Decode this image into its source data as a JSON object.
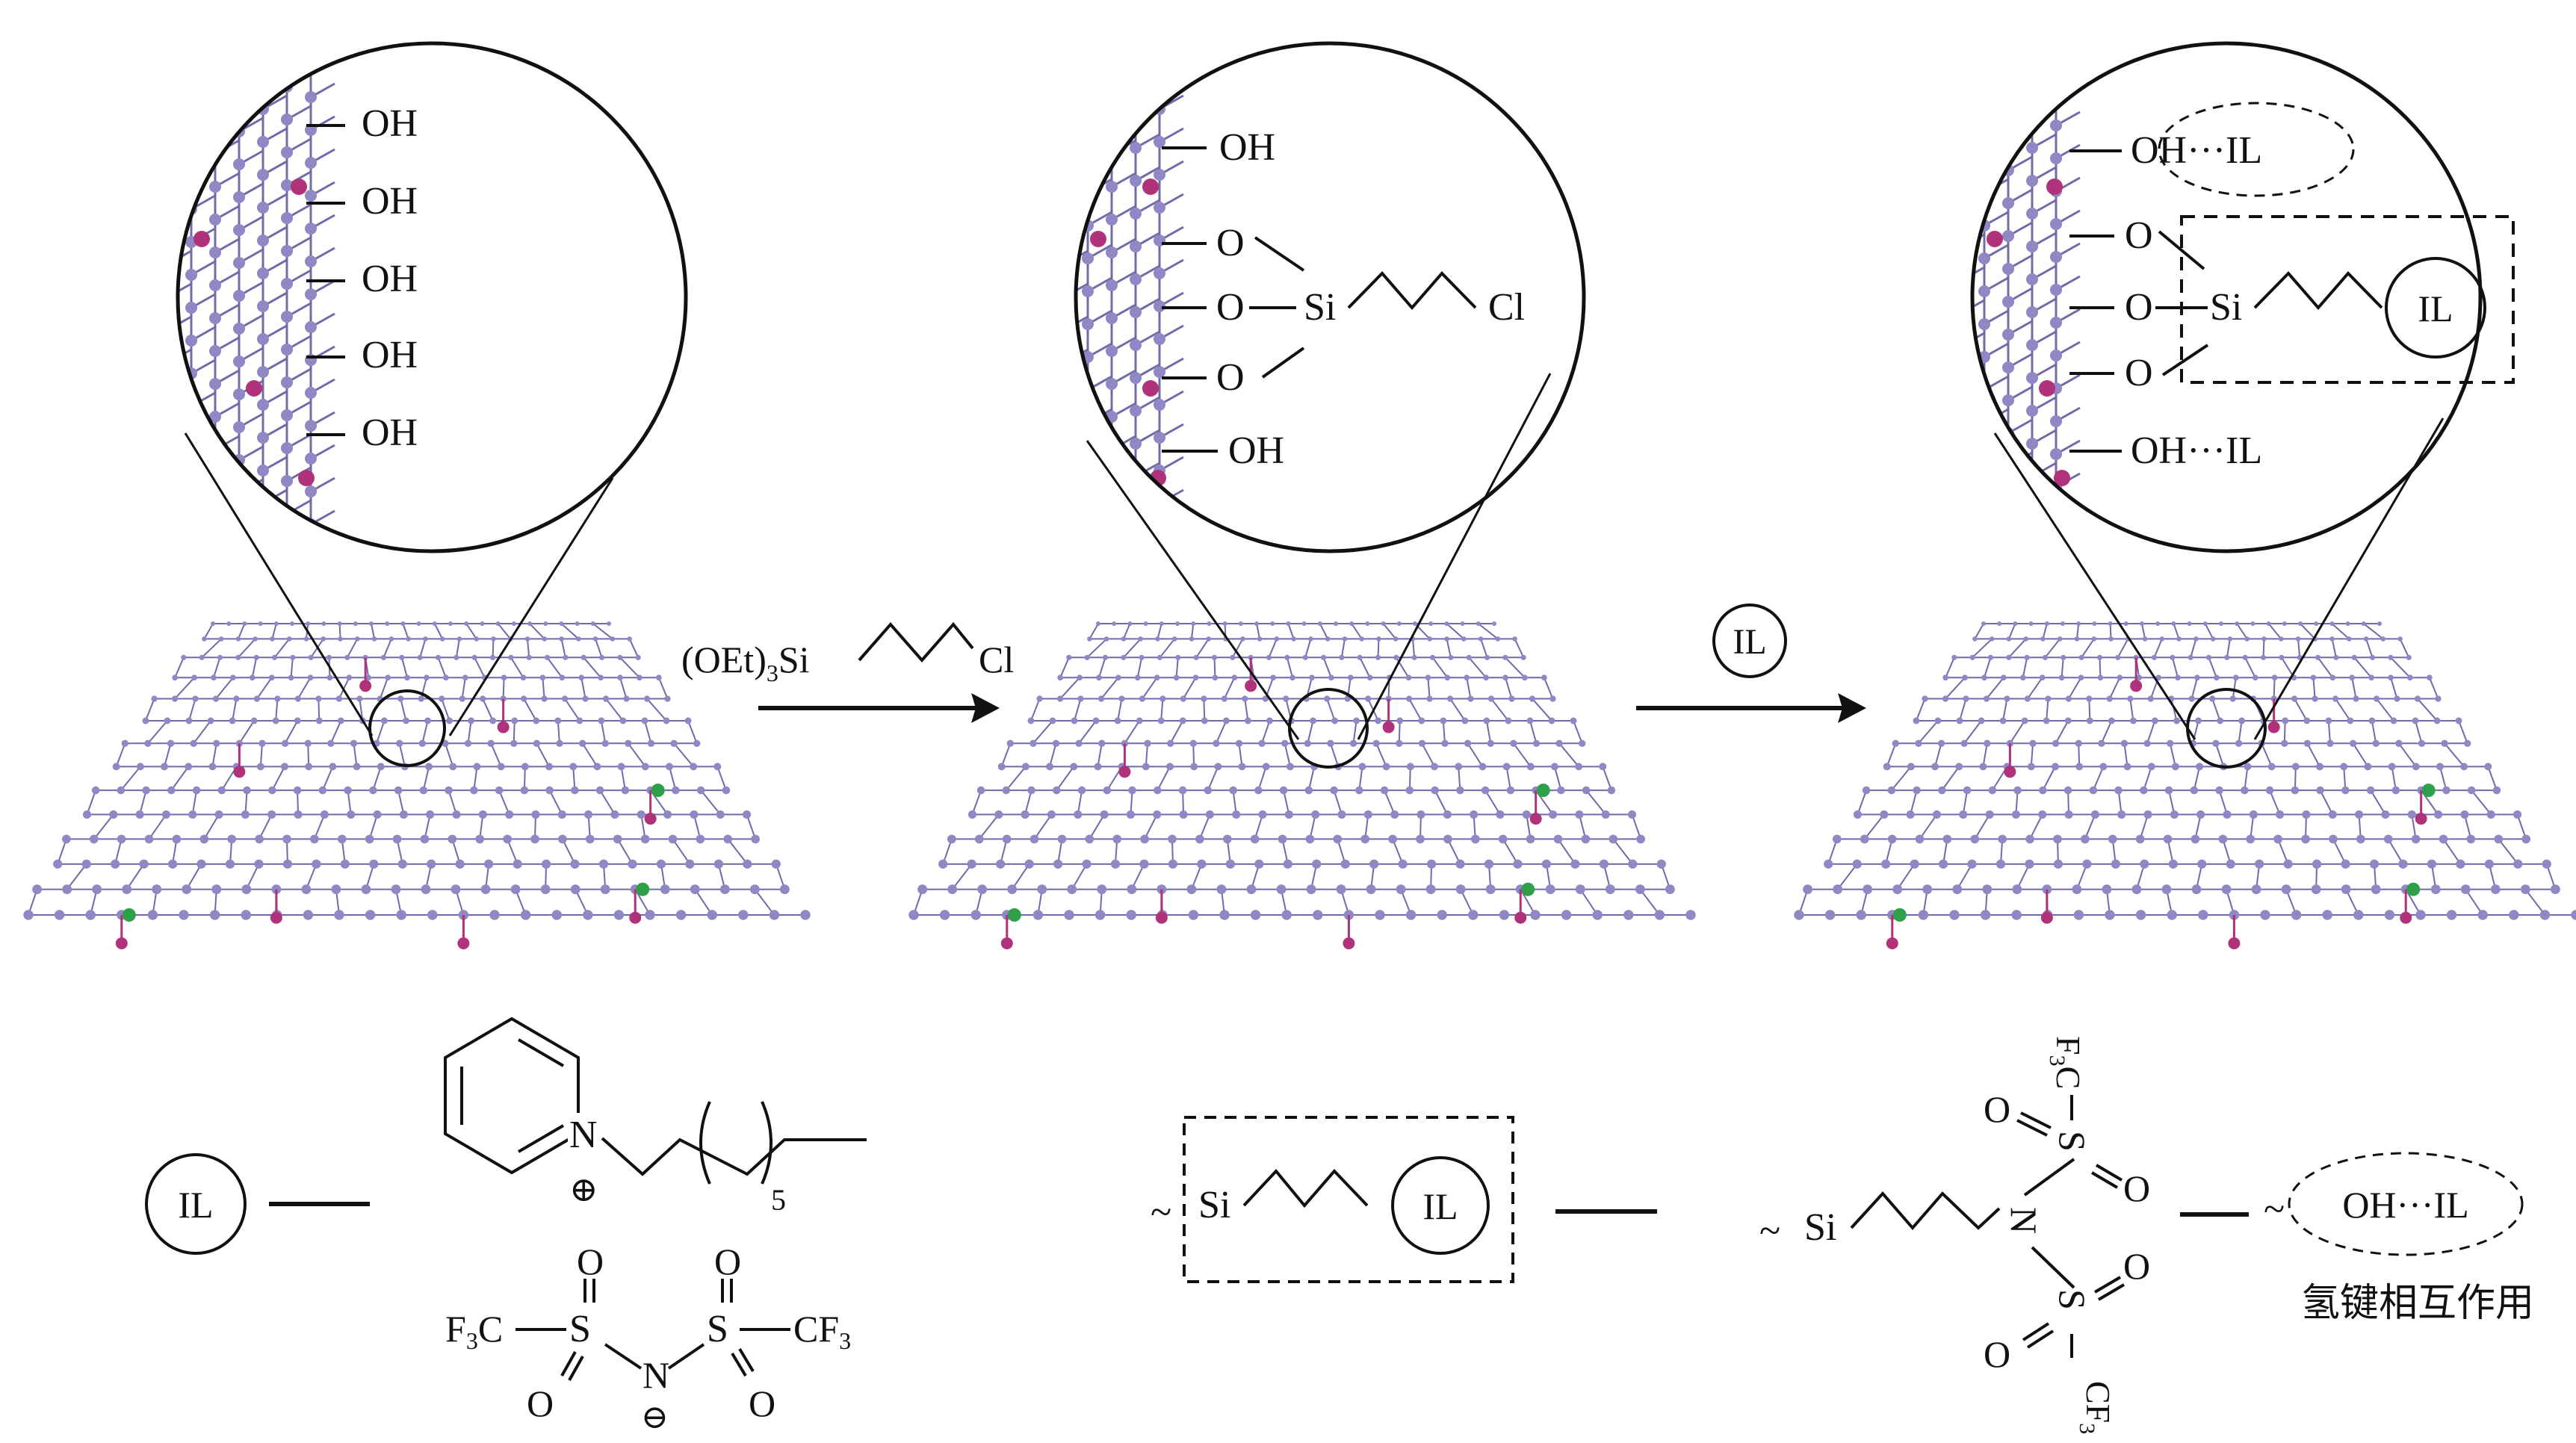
{
  "panels": [
    {
      "id": "go",
      "groups": [
        {
          "label": "OH"
        },
        {
          "label": "OH"
        },
        {
          "label": "OH"
        },
        {
          "label": "OH"
        },
        {
          "label": "OH"
        }
      ]
    },
    {
      "id": "cl",
      "top_oh": "OH",
      "o_labels": [
        "O",
        "O",
        "O"
      ],
      "si": "Si",
      "cl": "Cl",
      "bottom_oh": "OH"
    },
    {
      "id": "il",
      "top_oh_il": "OH···IL",
      "o_labels": [
        "O",
        "O",
        "O"
      ],
      "si": "Si",
      "il": "IL",
      "bottom_oh_il": "OH···IL"
    }
  ],
  "reagent1": {
    "prefix": "(OEt)",
    "sub": "3",
    "si": "Si",
    "cl": "Cl"
  },
  "reagent2": {
    "il": "IL"
  },
  "legend": {
    "il_symbol": "IL",
    "cation": {
      "n": "N",
      "charge": "⊕",
      "repeat": "5"
    },
    "anion": {
      "f3c": "F",
      "sub3": "3",
      "c": "C",
      "s": "S",
      "o": "O",
      "n": "N",
      "charge": "⊖",
      "cf": "CF",
      "sub3b": "3"
    },
    "grafted": {
      "tilde": "~",
      "si": "Si",
      "il": "IL"
    },
    "product": {
      "tilde": "~",
      "si": "Si",
      "n": "N",
      "s": "S",
      "o": "O",
      "f3c": "F",
      "sub3": "3",
      "c": "C",
      "cf": "CF",
      "sub3b": "3"
    },
    "hbond": {
      "tilde": "~",
      "label": "OH···IL",
      "caption": "氢键相互作用"
    }
  },
  "colors": {
    "lattice": "#6f6aa8",
    "atom": "#8e89c4",
    "oxygen": "#b0327a",
    "silicon": "#2fa04a",
    "ink": "#111111"
  }
}
